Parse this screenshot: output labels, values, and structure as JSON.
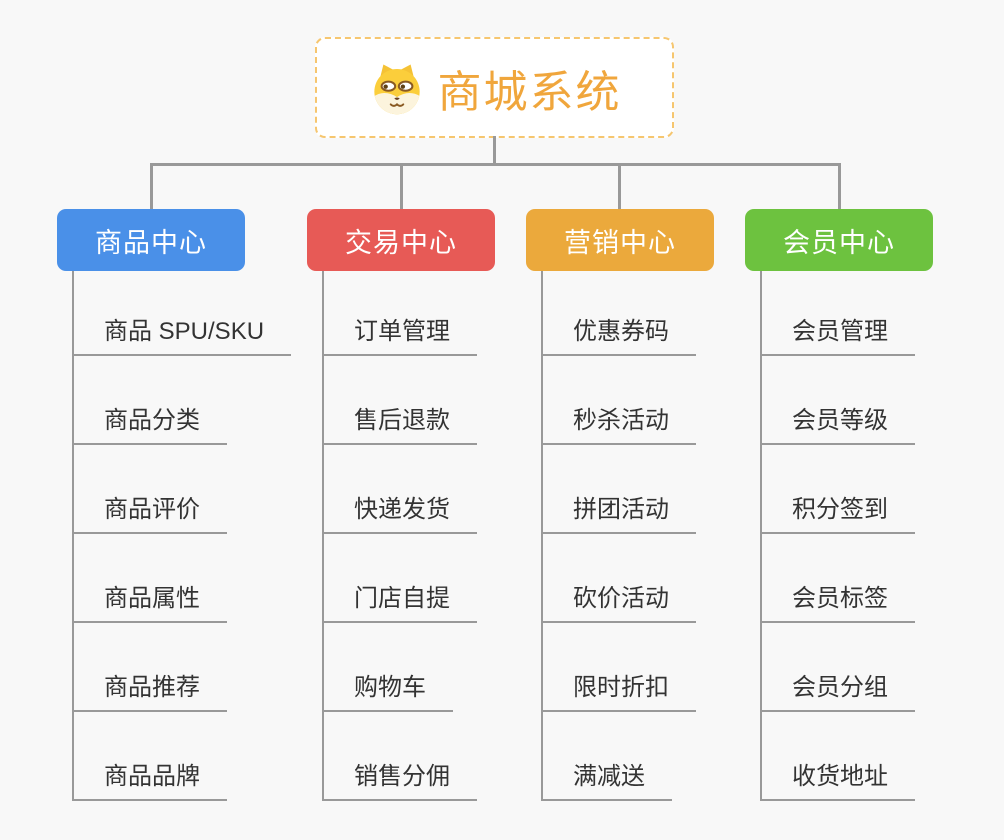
{
  "root": {
    "title": "商城系统",
    "icon": "dog-face-icon",
    "border_color": "#f6c66f",
    "title_color": "#f0a63c"
  },
  "connector_color": "#999999",
  "background_color": "#f8f8f8",
  "branches": [
    {
      "label": "商品中心",
      "color": "#4a90e8",
      "items": [
        "商品 SPU/SKU",
        "商品分类",
        "商品评价",
        "商品属性",
        "商品推荐",
        "商品品牌"
      ]
    },
    {
      "label": "交易中心",
      "color": "#e75a56",
      "items": [
        "订单管理",
        "售后退款",
        "快递发货",
        "门店自提",
        "购物车",
        "销售分佣"
      ]
    },
    {
      "label": "营销中心",
      "color": "#eba93c",
      "items": [
        "优惠券码",
        "秒杀活动",
        "拼团活动",
        "砍价活动",
        "限时折扣",
        "满减送"
      ]
    },
    {
      "label": "会员中心",
      "color": "#6dc23f",
      "items": [
        "会员管理",
        "会员等级",
        "积分签到",
        "会员标签",
        "会员分组",
        "收货地址"
      ]
    }
  ]
}
